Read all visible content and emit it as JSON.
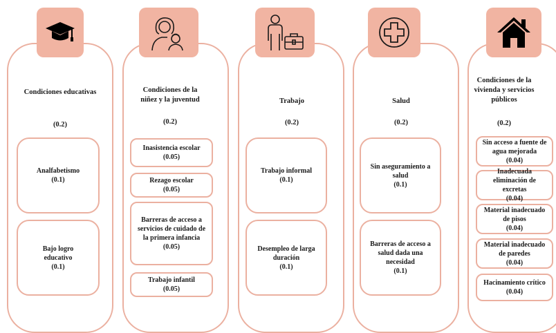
{
  "colors": {
    "accent": "#f1b4a2",
    "border": "#ebb0a0"
  },
  "categories": [
    {
      "icon": "graduation-cap-icon",
      "title": "Condiciones educativas",
      "weight": "(0.2)",
      "indicators": [
        {
          "label": "Analfabetismo",
          "weight": "(0.1)"
        },
        {
          "label": "Bajo logro educativo",
          "weight": "(0.1)"
        }
      ]
    },
    {
      "icon": "mother-child-icon",
      "title": "Condiciones de la niñez y la juventud",
      "weight": "(0.2)",
      "indicators": [
        {
          "label": "Inasistencia escolar",
          "weight": "(0.05)"
        },
        {
          "label": "Rezago escolar",
          "weight": "(0.05)"
        },
        {
          "label": "Barreras de acceso a servicios de cuidado de la primera infancia",
          "weight": "(0.05)"
        },
        {
          "label": "Trabajo infantil",
          "weight": "(0.05)"
        }
      ]
    },
    {
      "icon": "worker-briefcase-icon",
      "title": "Trabajo",
      "weight": "(0.2)",
      "indicators": [
        {
          "label": "Trabajo informal",
          "weight": "(0.1)"
        },
        {
          "label": "Desempleo de larga duración",
          "weight": "(0.1)"
        }
      ]
    },
    {
      "icon": "health-cross-icon",
      "title": "Salud",
      "weight": "(0.2)",
      "indicators": [
        {
          "label": "Sin aseguramiento a salud",
          "weight": "(0.1)"
        },
        {
          "label": "Barreras de acceso a salud dada una necesidad",
          "weight": "(0.1)"
        }
      ]
    },
    {
      "icon": "house-icon",
      "title": "Condiciones de la vivienda y servicios públicos",
      "weight": "(0.2)",
      "indicators": [
        {
          "label": "Sin acceso a fuente de agua mejorada",
          "weight": "(0.04)"
        },
        {
          "label": "Inadecuada eliminación de excretas",
          "weight": "(0.04)"
        },
        {
          "label": "Material inadecuado de pisos",
          "weight": "(0.04)"
        },
        {
          "label": "Material inadecuado de paredes",
          "weight": "(0.04)"
        },
        {
          "label": "Hacinamiento crítico",
          "weight": "(0.04)"
        }
      ]
    }
  ]
}
